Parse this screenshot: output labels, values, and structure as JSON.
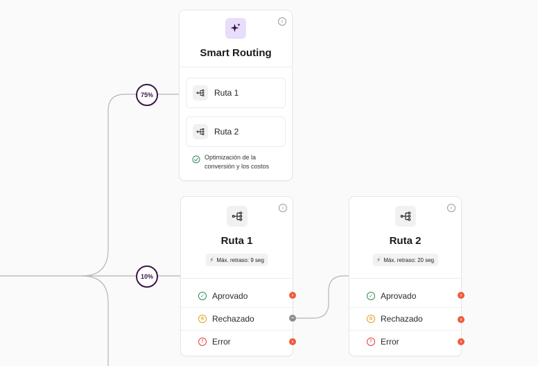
{
  "edges": {
    "badge_top": "75%",
    "badge_mid": "10%"
  },
  "smart_routing": {
    "title": "Smart Routing",
    "icon": "sparkle-icon",
    "icon_bg": "#e8ddfb",
    "routes": [
      {
        "label": "Ruta 1"
      },
      {
        "label": "Ruta 2"
      }
    ],
    "note": "Optimización de la conversión y los costos"
  },
  "ruta1": {
    "title": "Ruta 1",
    "delay": "Máx. retraso: 9 seg",
    "statuses": [
      {
        "label": "Aprovado",
        "icon": "check-icon",
        "color": "#2e8b57"
      },
      {
        "label": "Rechazado",
        "icon": "blocked-icon",
        "color": "#e0a21d"
      },
      {
        "label": "Error",
        "icon": "alert-icon",
        "color": "#e04040"
      }
    ]
  },
  "ruta2": {
    "title": "Ruta 2",
    "delay": "Máx. retraso: 20 seg",
    "statuses": [
      {
        "label": "Aprovado",
        "icon": "check-icon",
        "color": "#2e8b57"
      },
      {
        "label": "Rechazado",
        "icon": "blocked-icon",
        "color": "#e0a21d"
      },
      {
        "label": "Error",
        "icon": "alert-icon",
        "color": "#e04040"
      }
    ]
  },
  "colors": {
    "badge_border": "#3b1446",
    "port_active": "#f05a3c",
    "port_connected": "#8d8d8d",
    "line": "#b5b5b5"
  }
}
